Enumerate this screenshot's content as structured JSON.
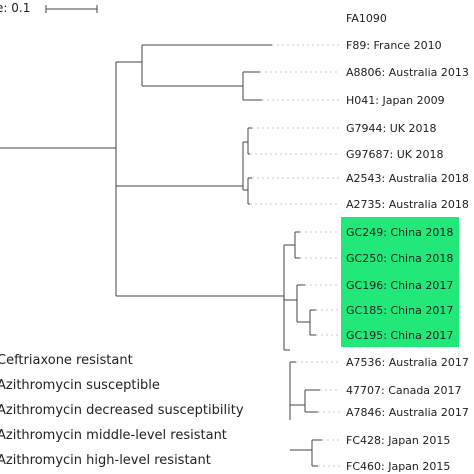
{
  "scale_bar": {
    "label": "e: 0.1"
  },
  "highlight": {
    "color": "#22e87a",
    "taxa": [
      "GC249: China 2018",
      "GC250: China 2018",
      "GC196: China 2017",
      "GC185: China 2017",
      "GC195: China 2017"
    ]
  },
  "tips": [
    {
      "label": "FA1090"
    },
    {
      "label": "F89: France 2010"
    },
    {
      "label": "A8806: Australia 2013"
    },
    {
      "label": "H041: Japan 2009"
    },
    {
      "label": "G7944: UK 2018"
    },
    {
      "label": "G97687: UK 2018"
    },
    {
      "label": "A2543: Australia 2018"
    },
    {
      "label": "A2735: Australia 2018"
    },
    {
      "label": "GC249: China 2018"
    },
    {
      "label": "GC250: China 2018"
    },
    {
      "label": "GC196: China 2017"
    },
    {
      "label": "GC185: China 2017"
    },
    {
      "label": "GC195: China 2017"
    },
    {
      "label": "A7536: Australia 2017"
    },
    {
      "label": "47707: Canada 2017"
    },
    {
      "label": "A7846: Australia 2017"
    },
    {
      "label": "FC428: Japan 2015"
    },
    {
      "label": "FC460: Japan 2015"
    }
  ],
  "legend": [
    {
      "label": "Ceftriaxone resistant"
    },
    {
      "label": "Azithromycin susceptible"
    },
    {
      "label": "Azithromycin decreased susceptibility"
    },
    {
      "label": "Azithromycin middle-level resistant"
    },
    {
      "label": "Azithromycin high-level resistant"
    }
  ]
}
